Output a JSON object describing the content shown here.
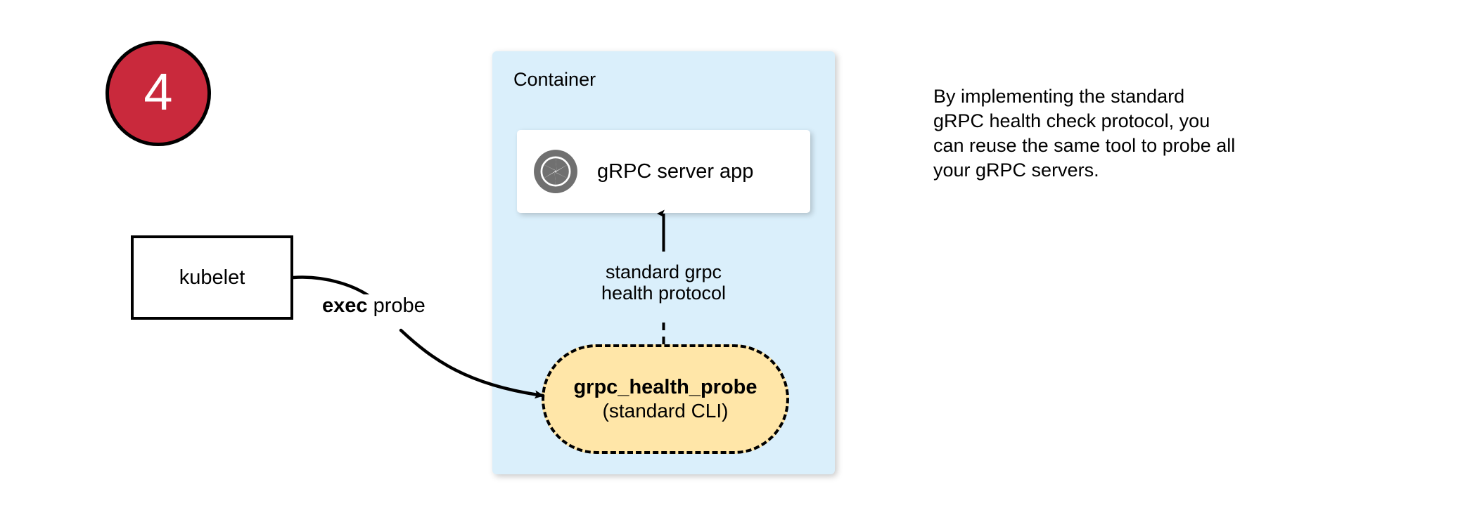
{
  "step": {
    "number": "4"
  },
  "container": {
    "label": "Container",
    "fill_color": "#daeffb"
  },
  "server_card": {
    "label": "gRPC server app",
    "icon": "grpc-aperture-icon",
    "icon_color": "#707070"
  },
  "protocol_edge": {
    "line1": "standard grpc",
    "line2": "health protocol"
  },
  "probe": {
    "title": "grpc_health_probe",
    "subtitle": "(standard CLI)",
    "fill_color": "#ffe6a8"
  },
  "kubelet": {
    "label": "kubelet"
  },
  "exec_edge": {
    "bold_word": "exec",
    "rest": " probe"
  },
  "caption": {
    "line1": "By implementing the standard",
    "line2": "gRPC health check protocol, you",
    "line3": "can reuse the same tool to probe all",
    "line4": "your gRPC servers."
  },
  "colors": {
    "badge_red": "#c9293c",
    "container_blue": "#daeffb",
    "probe_yellow": "#ffe6a8",
    "stroke_black": "#000000"
  }
}
